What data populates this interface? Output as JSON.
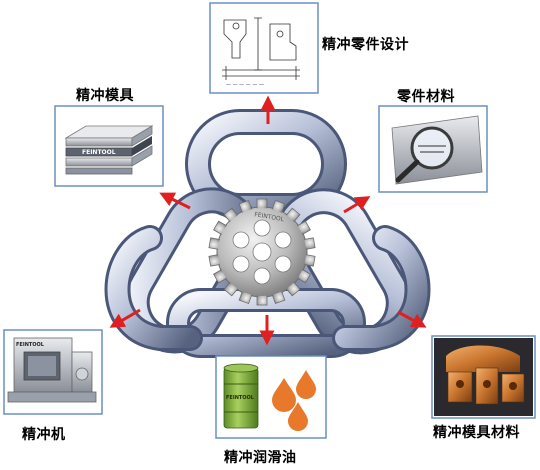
{
  "diagram": {
    "center_node": {
      "name": "fine-blanking-gear",
      "logo_text": "FEINTOOL"
    },
    "nodes": [
      {
        "id": "part-design",
        "label": "精冲零件设计",
        "icon": "technical-drawing-icon"
      },
      {
        "id": "part-material",
        "label": "零件材料",
        "icon": "magnifier-on-metal-sheet-icon"
      },
      {
        "id": "die-material",
        "label": "精冲模具材料",
        "icon": "copper-die-blocks-icon"
      },
      {
        "id": "lubricant",
        "label": "精冲润滑油",
        "icon": "oil-drum-and-droplets-icon"
      },
      {
        "id": "press",
        "label": "精冲机",
        "icon": "fineblanking-press-icon"
      },
      {
        "id": "die",
        "label": "精冲模具",
        "icon": "die-set-icon"
      }
    ],
    "die_logo_text": "FEINTOOL",
    "drum_logo_text": "FEINTOOL",
    "press_logo_text": "FEINTOOL",
    "colors": {
      "arrow": "#e02020",
      "chain_light": "#eef1f8",
      "chain_mid": "#9aa6c4",
      "chain_dark": "#4b5778",
      "panel_border": "#6a8fbf",
      "oil": "#e8782a",
      "drum": "#7fae3c",
      "copper": "#c8742e"
    }
  }
}
